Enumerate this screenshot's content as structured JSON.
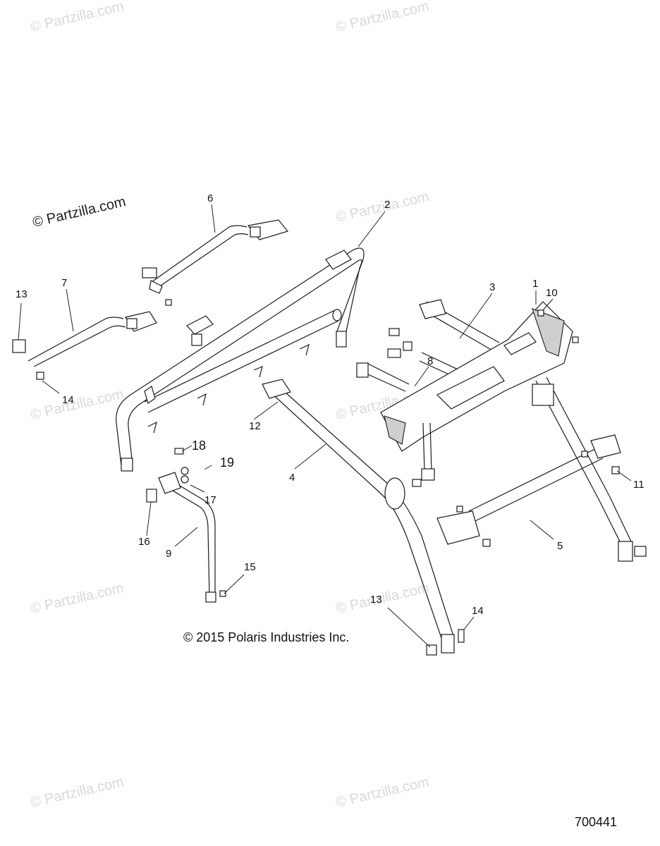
{
  "watermark": {
    "text": "© Partzilla.com",
    "dark_text": "© Partzilla.com"
  },
  "copyright": "© 2015 Polaris Industries Inc.",
  "document_number": "700441",
  "callouts": {
    "c1": "1",
    "c2": "2",
    "c3": "3",
    "c4": "4",
    "c5": "5",
    "c6": "6",
    "c7": "7",
    "c8": "8",
    "c9": "9",
    "c10": "10",
    "c11": "11",
    "c12": "12",
    "c13a": "13",
    "c13b": "13",
    "c14a": "14",
    "c14b": "14",
    "c15": "15",
    "c16": "16",
    "c17": "17",
    "c18": "18",
    "c19": "19"
  },
  "colors": {
    "line": "#1a1a1a",
    "watermark": "#d9d9d9",
    "fill": "#ffffff"
  }
}
